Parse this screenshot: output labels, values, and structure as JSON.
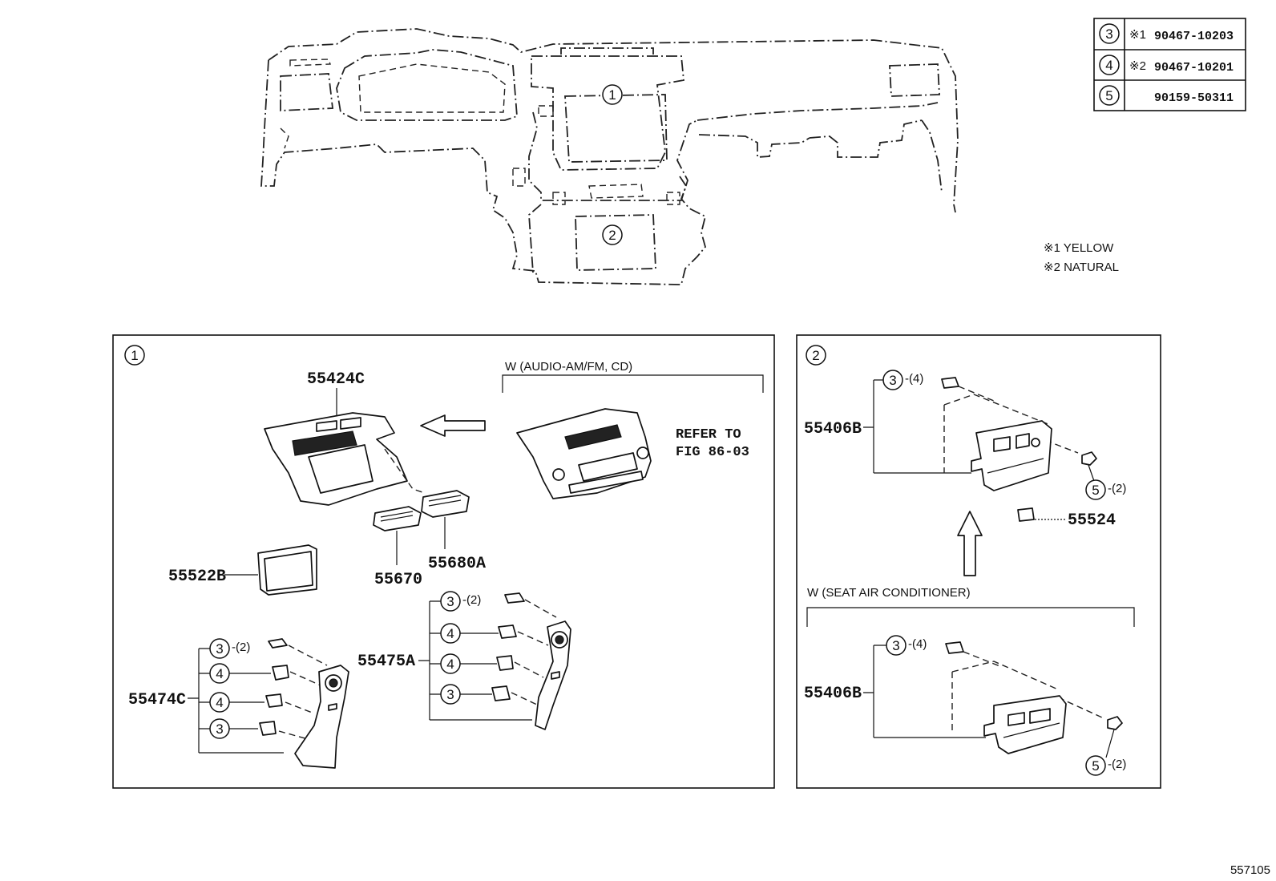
{
  "table": [
    {
      "callout": "3",
      "note": "※1",
      "part": "90467-10203"
    },
    {
      "callout": "4",
      "note": "※2",
      "part": "90467-10201"
    },
    {
      "callout": "5",
      "note": "",
      "part": "90159-50311"
    }
  ],
  "legend": [
    "※1 YELLOW",
    "※2 NATURAL"
  ],
  "overview": {
    "callout_1": "1",
    "callout_2": "2"
  },
  "panel1": {
    "callout": "1",
    "variant": "W (AUDIO-AM/FM, CD)",
    "refer_1": "REFER TO",
    "refer_2": "FIG 86-03",
    "parts": {
      "p55424C": "55424C",
      "p55522B": "55522B",
      "p55670": "55670",
      "p55680A": "55680A",
      "p55474C": "55474C",
      "p55475A": "55475A"
    },
    "qty_2": "-(2)"
  },
  "panel2": {
    "callout": "2",
    "variant": "W (SEAT  AIR  CONDITIONER)",
    "parts": {
      "p55406B": "55406B",
      "p55524": "55524"
    },
    "qty_4": "-(4)",
    "qty_2": "-(2)"
  },
  "figure_id": "557105",
  "callout_labels": {
    "three": "3",
    "four": "4",
    "five": "5"
  }
}
